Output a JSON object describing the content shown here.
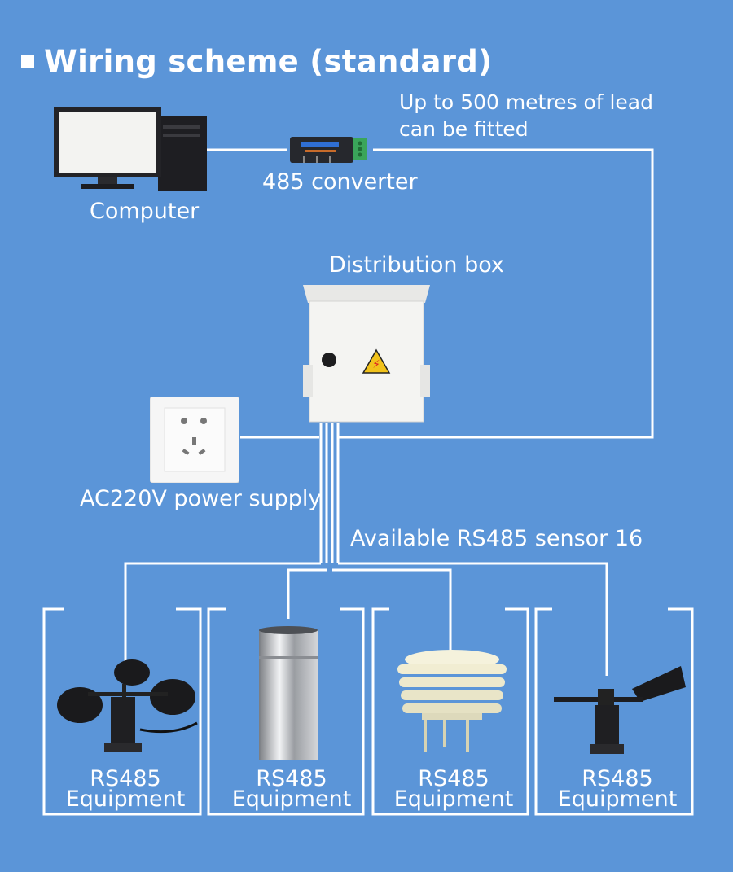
{
  "title": "Wiring scheme (standard)",
  "labels": {
    "lead_note": [
      "Up to 500 metres of lead",
      "can be fitted"
    ],
    "converter": "485 converter",
    "computer": "Computer",
    "distribution_box": "Distribution box",
    "power_supply": "AC220V power supply",
    "available_sensors": "Available RS485 sensor 16"
  },
  "devices": [
    {
      "name": "anemometer",
      "label": [
        "RS485",
        "Equipment"
      ]
    },
    {
      "name": "rain-gauge",
      "label": [
        "RS485",
        "Equipment"
      ]
    },
    {
      "name": "louver-box-sensor",
      "label": [
        "RS485",
        "Equipment"
      ]
    },
    {
      "name": "wind-vane",
      "label": [
        "RS485",
        "Equipment"
      ]
    }
  ],
  "colors": {
    "background": "#5b95d8",
    "wire": "#ffffff",
    "text": "#ffffff"
  }
}
